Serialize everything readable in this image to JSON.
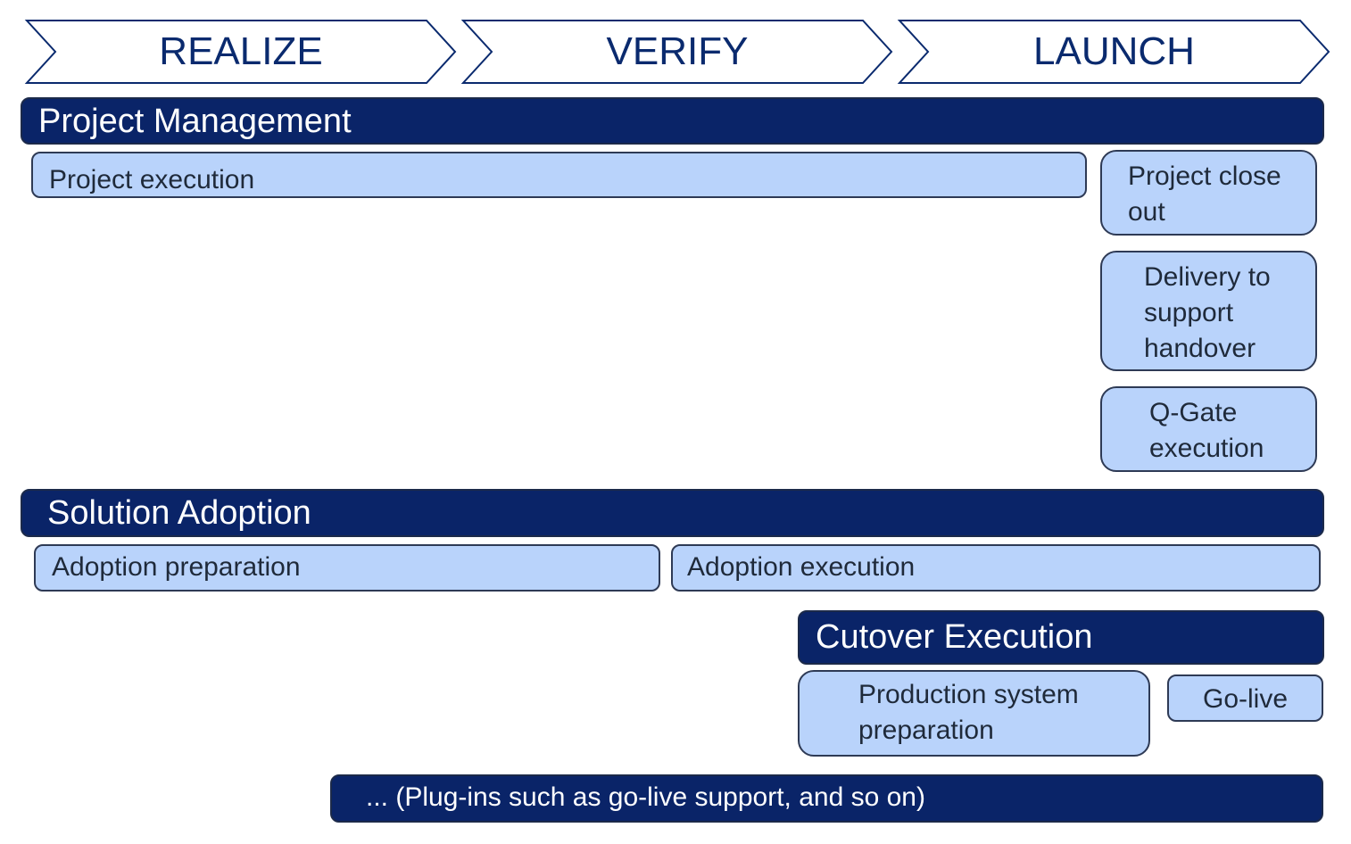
{
  "colors": {
    "phase_text": "#0a2a6e",
    "dark_bar": "#0a2468",
    "light_box": "#b9d3fb",
    "outline": "#2e3a55"
  },
  "phases": [
    "REALIZE",
    "VERIFY",
    "LAUNCH"
  ],
  "workstreams": {
    "project_management": {
      "title": "Project Management",
      "project_execution": "Project execution",
      "project_close_out": "Project close\nout",
      "delivery_to_support": "Delivery to\nsupport\nhandover",
      "q_gate": "Q-Gate\nexecution"
    },
    "solution_adoption": {
      "title": "Solution Adoption",
      "adoption_preparation": "Adoption preparation",
      "adoption_execution": "Adoption execution"
    },
    "cutover_execution": {
      "title": "Cutover Execution",
      "production_system_preparation": "Production system\npreparation",
      "go_live": "Go-live"
    },
    "plugins": {
      "label": "... (Plug-ins such as go-live support, and so on)"
    }
  }
}
